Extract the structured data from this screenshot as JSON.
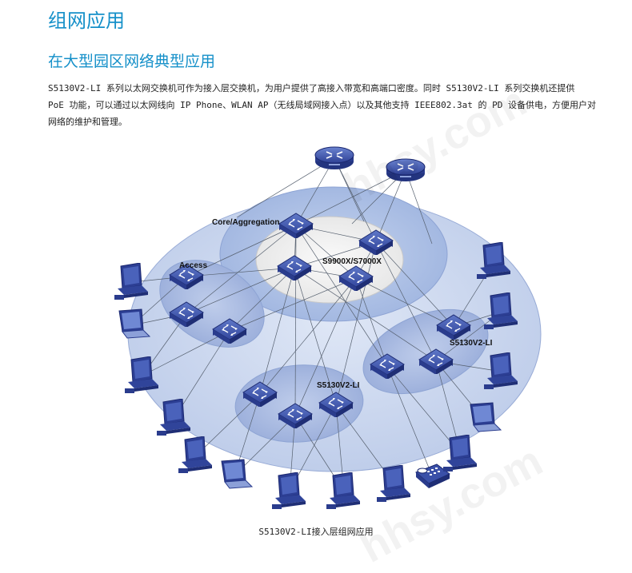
{
  "page": {
    "title": "组网应用",
    "subtitle": "在大型园区网络典型应用",
    "paragraph_lines": [
      "S5130V2-LI 系列以太网交换机可作为接入层交换机，为用户提供了高接入带宽和高端口密度。同时 S5130V2-LI 系列交换机还提供",
      "PoE 功能，可以通过以太网线向 IP Phone、WLAN AP（无线局域网接入点）以及其他支持 IEEE802.3at 的 PD 设备供电，方便用户对",
      "网络的维护和管理。"
    ],
    "caption": "S5130V2-LI接入层组网应用",
    "watermark": "hhsy.com"
  },
  "diagram": {
    "labels": {
      "core_aggregation": "Core/Aggregation",
      "access": "Access",
      "core_model": "S9900X/S7000X",
      "access_model_right": "S5130V2-LI",
      "access_model_bottom": "S5130V2-LI"
    },
    "icons": {
      "router": "router-icon",
      "switch": "switch-icon",
      "pc": "desktop-computer-icon",
      "laptop": "laptop-icon",
      "phone": "ip-phone-icon"
    },
    "colors": {
      "accent": "#1590c9",
      "outer_ellipse": "#c9d6ee",
      "mid_ellipse": "#a9bde2",
      "inner_ellipse": "#efefef",
      "device_blue": "#2b3f95"
    }
  }
}
